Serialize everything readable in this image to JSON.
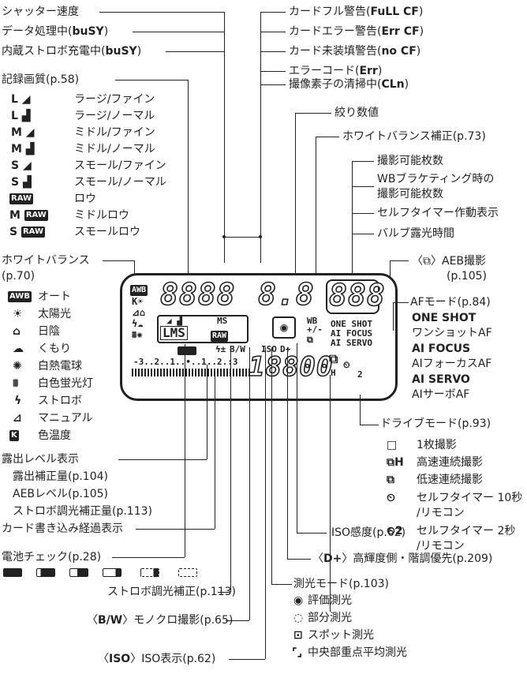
{
  "left_top": [
    {
      "text": "シャッター速度"
    },
    {
      "text": "データ処理中(",
      "b": "buSY",
      "end": ")"
    },
    {
      "text": "内蔵ストロボ充電中(",
      "b": "buSY",
      "end": ")"
    }
  ],
  "right_top": [
    {
      "text": "カードフル警告(",
      "b": "FuLL CF",
      "end": ")"
    },
    {
      "text": "カードエラー警告(",
      "b": "Err CF",
      "end": ")"
    },
    {
      "text": "カード未装填警告(",
      "b": "no CF",
      "end": ")"
    },
    {
      "text": "エラーコード(",
      "b": "Err",
      "end": ")"
    },
    {
      "text": "撮像素子の清掃中(",
      "b": "CLn",
      "end": ")"
    }
  ],
  "quality": {
    "title": "記録画質(p.58)",
    "items": [
      {
        "icon": "L ◢",
        "label": "ラージ/ファイン"
      },
      {
        "icon": "L ▟",
        "label": "ラージ/ノーマル"
      },
      {
        "icon": "M ◢",
        "label": "ミドル/ファイン"
      },
      {
        "icon": "M ▟",
        "label": "ミドル/ノーマル"
      },
      {
        "icon": "S ◢",
        "label": "スモール/ファイン"
      },
      {
        "icon": "S ▟",
        "label": "スモール/ノーマル"
      },
      {
        "icon": "RAW",
        "label": "ロウ"
      },
      {
        "icon": "M RAW",
        "label": "ミドルロウ"
      },
      {
        "icon": "S RAW",
        "label": "スモールロウ"
      }
    ]
  },
  "aperture": "絞り数値",
  "wb_correction": "ホワイトバランス補正(p.73)",
  "shots": [
    "撮影可能枚数",
    "WBブラケティング時の",
    "撮影可能枚数",
    "セルフタイマー作動表示",
    "バルブ露光時間"
  ],
  "aeb": {
    "text": "〈⧉〉AEB撮影",
    "page": "(p.105)"
  },
  "wb": {
    "title": "ホワイトバランス",
    "page": "(p.70)",
    "items": [
      {
        "icon": "AWB",
        "label": "オート"
      },
      {
        "icon": "☀",
        "label": "太陽光"
      },
      {
        "icon": "⌂",
        "label": "日陰"
      },
      {
        "icon": "☁",
        "label": "くもり"
      },
      {
        "icon": "✺",
        "label": "白熱電球"
      },
      {
        "icon": "⩩",
        "label": "白色蛍光灯"
      },
      {
        "icon": "ϟ",
        "label": "ストロボ"
      },
      {
        "icon": "⊿",
        "label": "マニュアル"
      },
      {
        "icon": "K",
        "label": "色温度"
      }
    ]
  },
  "af": {
    "title": "AFモード(p.84)",
    "items": [
      {
        "name": "ONE SHOT",
        "desc": "ワンショットAF"
      },
      {
        "name": "AI FOCUS",
        "desc": "AIフォーカスAF"
      },
      {
        "name": "AI SERVO",
        "desc": "AIサーボAF"
      }
    ]
  },
  "lcd": {
    "shutter": "8888",
    "aperture": "8.8",
    "shots": "888",
    "iso_value": "18800",
    "quality_letters": "LMS",
    "quality_ms": "MS",
    "raw": "RAW",
    "bw": "B/W",
    "iso": "ISO",
    "dplus": "D+",
    "wb": "WB",
    "wb_pm": "+/-",
    "one_shot": "ONE SHOT",
    "ai_focus": "AI FOCUS",
    "ai_servo": "AI SERVO",
    "scale": "-3..2..1..•..1..2.:3",
    "drive_h": "H",
    "drive_2": "2"
  },
  "drive": {
    "title": "ドライブモード(p.93)",
    "items": [
      {
        "icon": "□",
        "label": "1枚撮影"
      },
      {
        "icon": "⧉H",
        "label": "高速連続撮影"
      },
      {
        "icon": "⧉",
        "label": "低速連続撮影"
      },
      {
        "icon": "⏲",
        "label": "セルフタイマー 10秒",
        "label2": "/リモコン"
      },
      {
        "icon": "⏲2",
        "label": "セルフタイマー 2秒",
        "label2": "/リモコン"
      }
    ]
  },
  "exposure": {
    "title": "露出レベル表示",
    "items": [
      "露出補正量(p.104)",
      "AEBレベル(p.105)",
      "ストロボ調光補正量(p.113)"
    ],
    "card": "カード書き込み経過表示"
  },
  "battery": "電池チェック(p.28)",
  "iso_sens": "ISO感度(p.62)",
  "dplus_label": {
    "pre": "〈",
    "b": "D+",
    "post": "〉高輝度側・階調優先(p.209)"
  },
  "flash_comp": "ストロボ調光補正(p.113)",
  "metering": {
    "title": "測光モード(p.103)",
    "items": [
      {
        "icon": "◉",
        "label": "評価測光"
      },
      {
        "icon": "◌",
        "label": "部分測光"
      },
      {
        "icon": "⊡",
        "label": "スポット測光"
      },
      {
        "icon": "⌜⌟",
        "label": "中央部重点平均測光"
      }
    ]
  },
  "bw_label": {
    "pre": "〈",
    "b": "B/W",
    "post": "〉モノクロ撮影(p.65)"
  },
  "iso_label": {
    "pre": "〈",
    "b": "ISO",
    "post": "〉ISO表示(p.62)"
  }
}
